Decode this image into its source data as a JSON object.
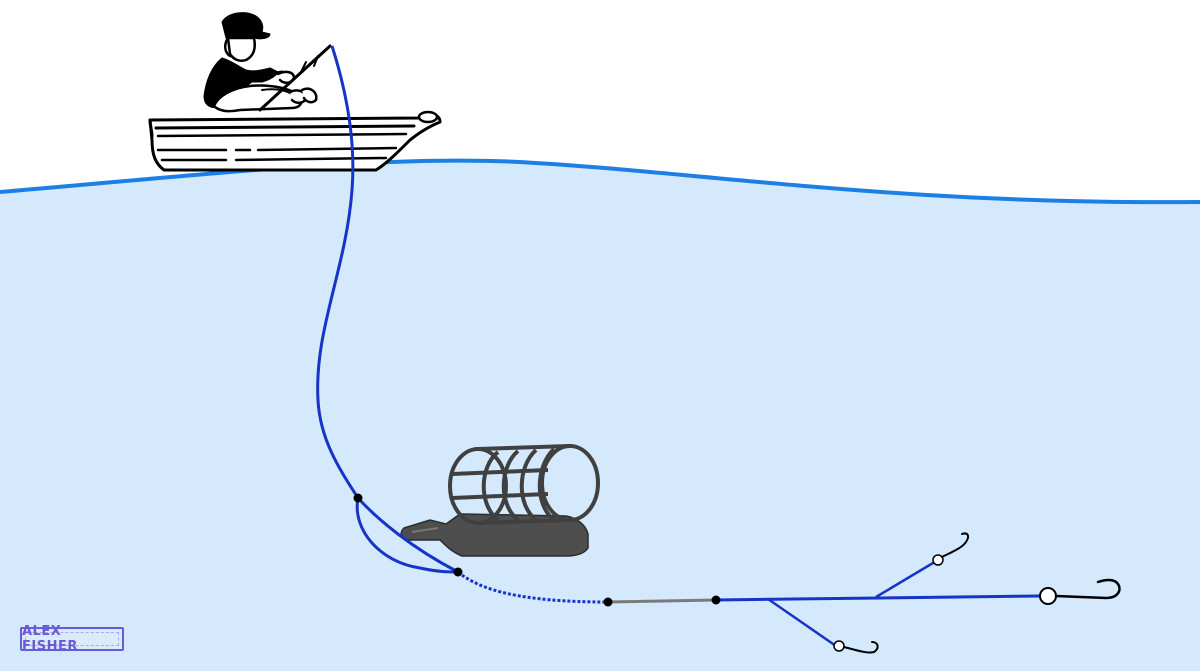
{
  "watermark": {
    "text": "ALEX FISHER"
  },
  "colors": {
    "water": "#d4e9fb",
    "surface_line": "#1b7fe6",
    "main_line": "#1634c7",
    "feeder_body": "#4e4e4e",
    "leader_gray": "#7a7a7a",
    "knot": "#000000"
  },
  "icons": [
    "angler-in-boat",
    "feeder-cage",
    "hook",
    "swivel-ring"
  ]
}
